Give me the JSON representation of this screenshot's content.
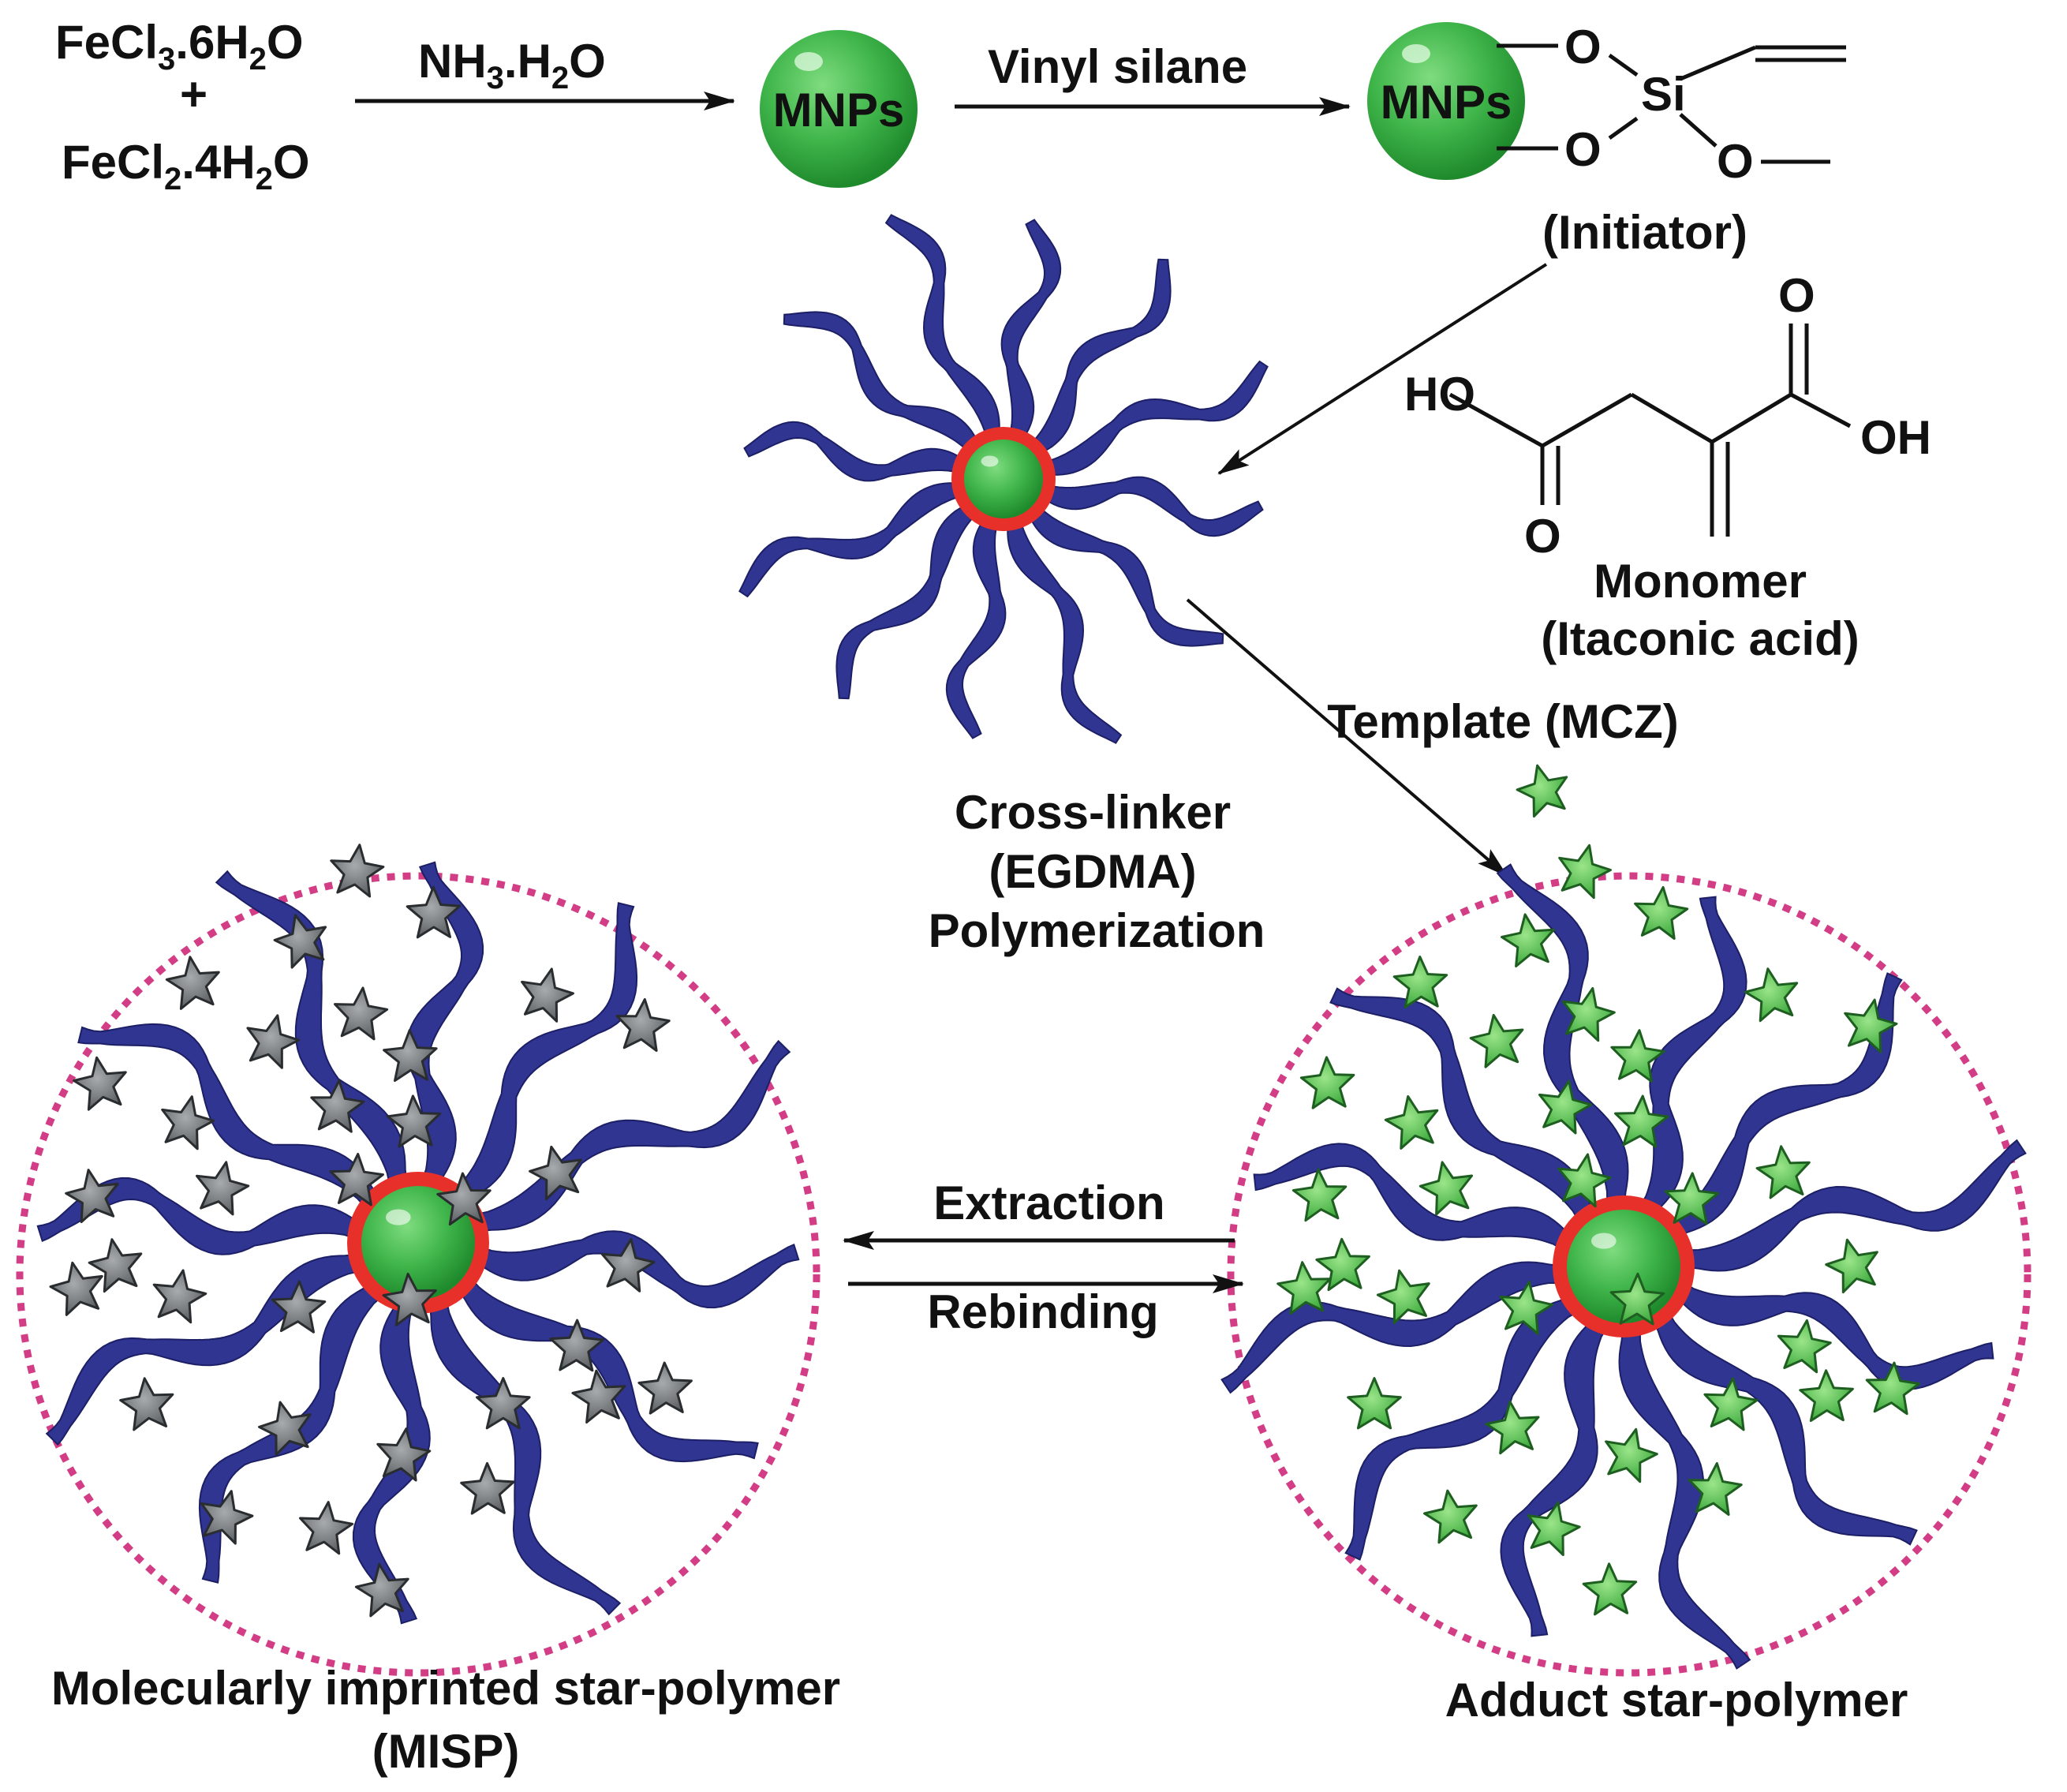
{
  "reagents": {
    "line1_main": "FeCl",
    "line1_sub1": "3",
    "line1_mid": ".6H",
    "line1_sub2": "2",
    "line1_end": "O",
    "plus": "+",
    "line2_main": "FeCl",
    "line2_sub1": "2",
    "line2_mid": ".4H",
    "line2_sub2": "2",
    "line2_end": "O"
  },
  "step1": {
    "main": "NH",
    "sub1": "3",
    "mid": ".H",
    "sub2": "2",
    "end": "O"
  },
  "mnp_label": "MNPs",
  "step2": "Vinyl silane",
  "silane": {
    "o1": "O",
    "o2": "O",
    "o3": "O",
    "si": "Si"
  },
  "initiator": "(Initiator)",
  "monomer": {
    "ho": "HO",
    "oh": "OH",
    "o_top": "O",
    "o_bottom": "O",
    "title": "Monomer",
    "name": "(Itaconic acid)"
  },
  "template": "Template (MCZ)",
  "crosslinker": {
    "line1": "Cross-linker",
    "line2": "(EGDMA)",
    "line3": "Polymerization"
  },
  "extraction": "Extraction",
  "rebinding": "Rebinding",
  "misp": {
    "line1": "Molecularly imprinted star-polymer",
    "line2": "(MISP)"
  },
  "adduct": "Adduct star-polymer",
  "colors": {
    "polymer": "#2f3590",
    "polymer_dark": "#1c1f66",
    "core_green": "#3fb54a",
    "core_ring": "#e8302a",
    "star_green": "#5cc65a",
    "star_gray": "#6f7478",
    "boundary": "#d23d86",
    "arrow": "#111111"
  }
}
